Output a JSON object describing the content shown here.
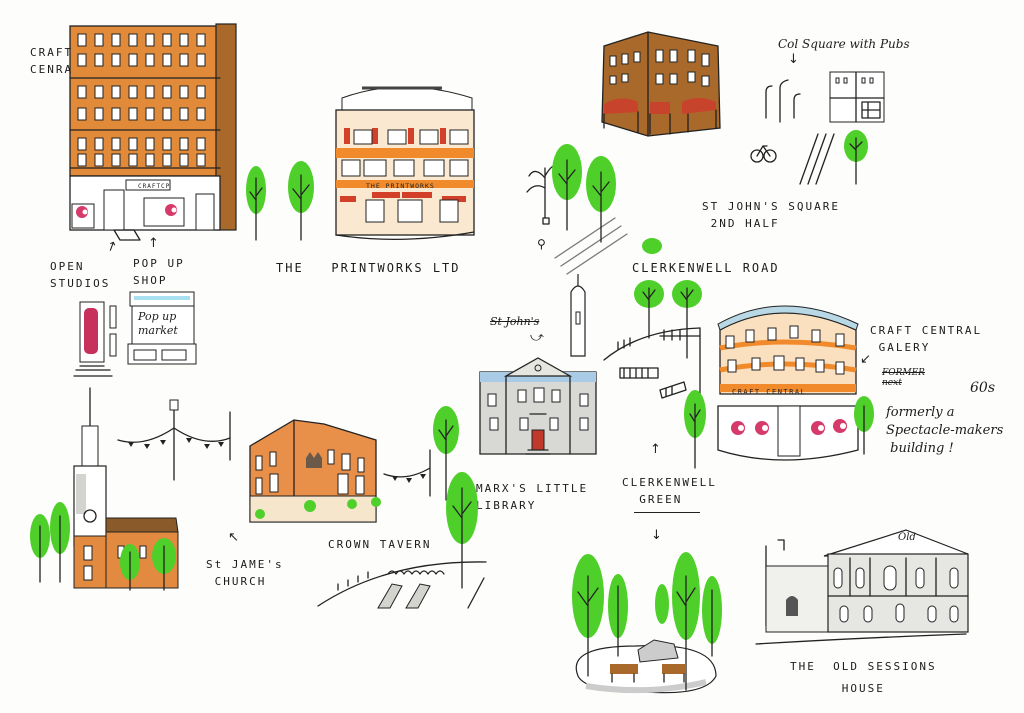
{
  "title": "Clerkenwell illustrated sketch map",
  "colors": {
    "paper": "#fdfdfb",
    "ink": "#1c1c1c",
    "brick_orange": "#e08a3a",
    "dark_ochre": "#a8692a",
    "awning_red": "#c8432c",
    "tree_green": "#4fcf2a",
    "craft_central_magenta": "#d63a6a",
    "door_red": "#c0392b",
    "library_grey": "#c9c9c4",
    "sky_blue": "#a9cbe6"
  },
  "labels": {
    "craft_central_top": "CRAFT\nCENRA",
    "open_studios": "OPEN\nSTUDIOS",
    "pop_up_shop": "POP UP\nSHOP",
    "pop_up_market_sign": "Pop up\nmarket",
    "craftcp_sign": "CRAFTCP",
    "printworks": "THE   PRINTWORKS LTD",
    "printworks_sign": "THE PRINTWORKS",
    "col_square": "Col Square  with Pubs",
    "st_johns_square": "ST JOHN'S SQUARE\n 2ND HALF",
    "clerkenwell_road": "CLERKENWELL ROAD",
    "st_johns_scribble": "St John's",
    "craft_central_gallery": "CRAFT CENTRAL\n GALERY",
    "craft_central_sign": "CRAFT CENTRAL",
    "crossed_out": "FORMER\nnext",
    "gallery_note_60s": "60s",
    "gallery_note": "formerly a\nSpectacle-makers\n building !",
    "marx_library": "MARX'S LITTLE\nLIBRARY",
    "clerkenwell_green": "CLERKENWELL\n  GREEN",
    "st_james_church": "St JAME's\n CHURCH",
    "crown_tavern": "CROWN TAVERN",
    "old_sessions_house": "THE  OLD SESSIONS\n      HOUSE",
    "sessions_pediment": "Old"
  },
  "landmarks": [
    {
      "id": "craft-central-building",
      "name": "Craft Central (building)"
    },
    {
      "id": "printworks",
      "name": "The Printworks Ltd"
    },
    {
      "id": "st-johns-square",
      "name": "St John's Square 2nd half"
    },
    {
      "id": "craft-central-gallery",
      "name": "Craft Central Gallery"
    },
    {
      "id": "marx-memorial-library",
      "name": "Marx's Little Library"
    },
    {
      "id": "clerkenwell-green",
      "name": "Clerkenwell Green"
    },
    {
      "id": "st-james-church",
      "name": "St James's Church"
    },
    {
      "id": "crown-tavern",
      "name": "Crown Tavern"
    },
    {
      "id": "old-sessions-house",
      "name": "The Old Sessions House"
    }
  ]
}
